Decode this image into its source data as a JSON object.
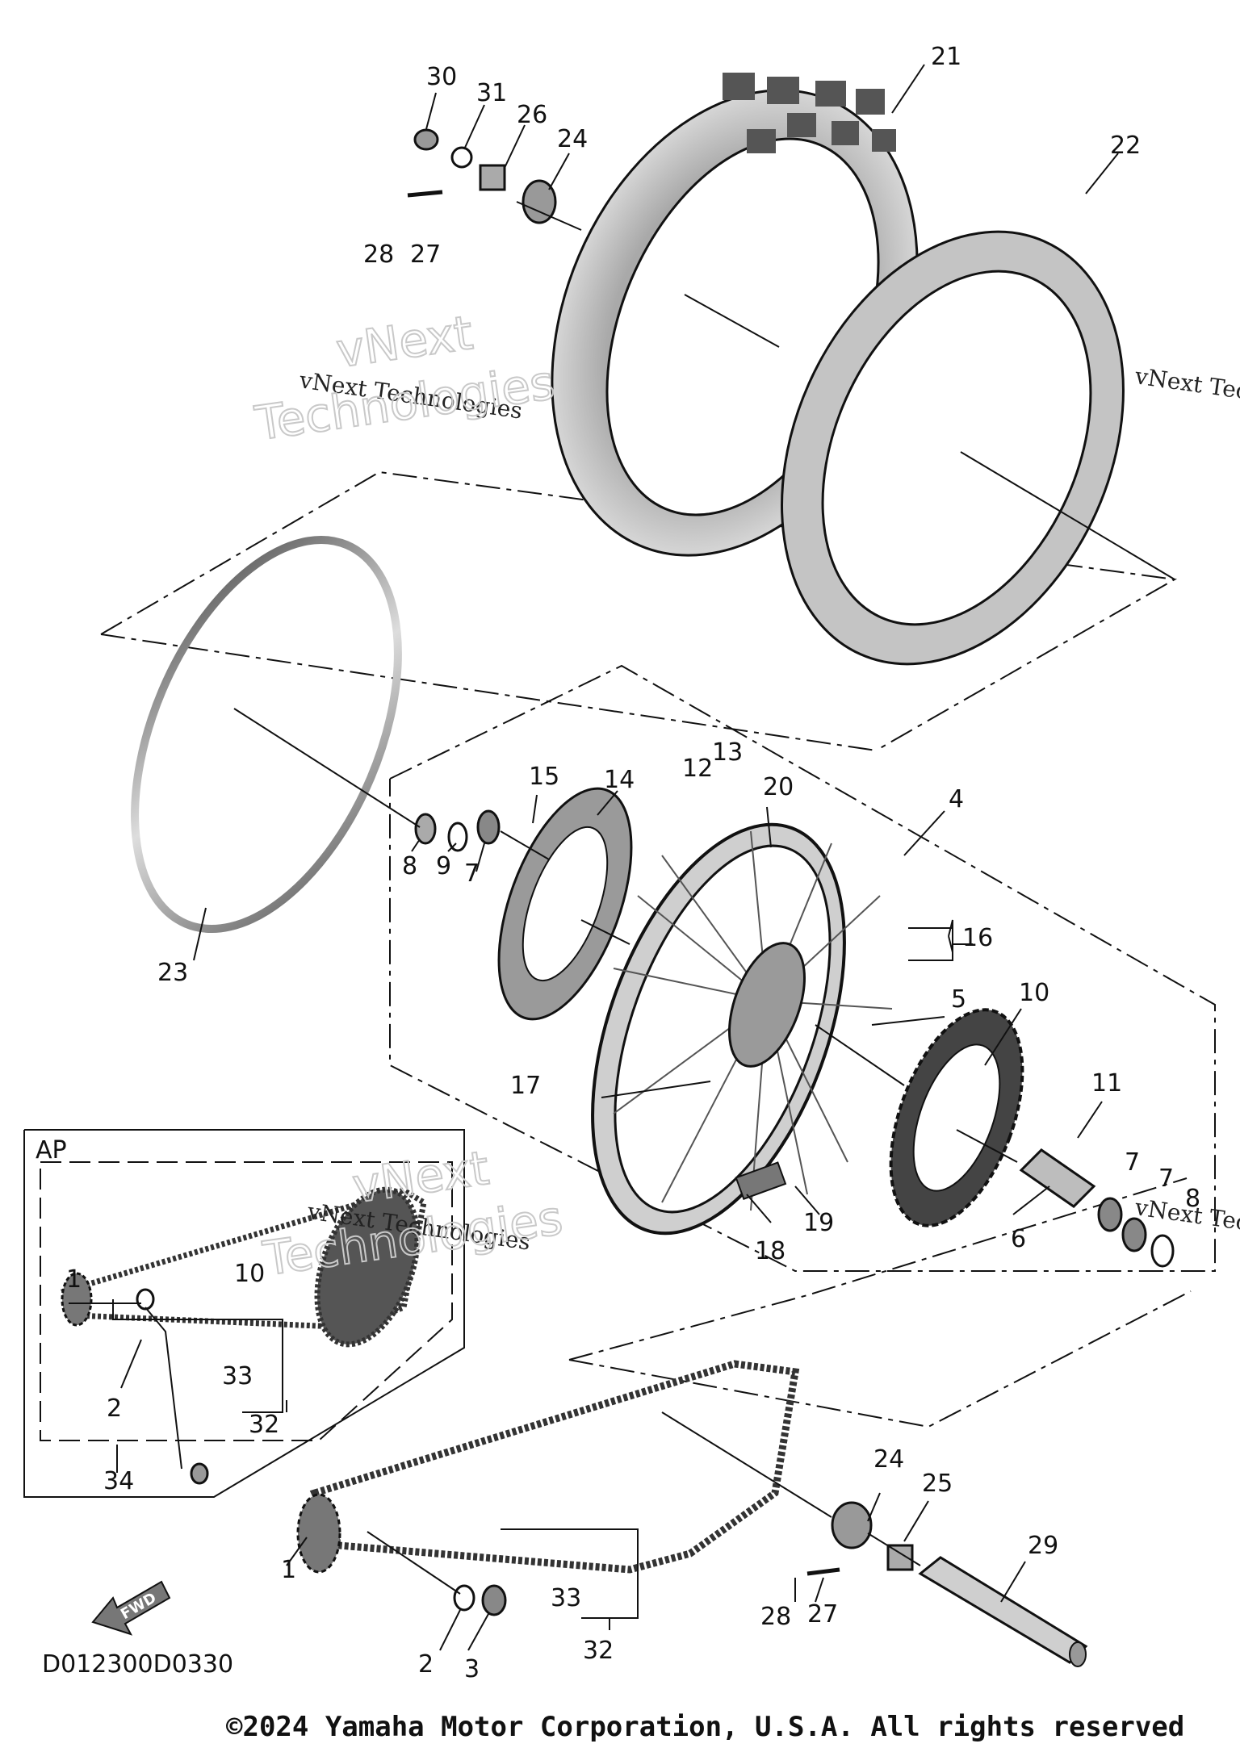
{
  "diagram": {
    "code": "D012300D0330",
    "copyright": "©2024 Yamaha Motor Corporation, U.S.A. All rights reserved",
    "ap_label": "AP",
    "fwd_label": "FWD",
    "watermark": {
      "line1": "vNext Technologies",
      "big1": "vNext",
      "big2": "Technologies"
    },
    "callouts": [
      "1",
      "1",
      "2",
      "2",
      "3",
      "4",
      "5",
      "6",
      "7",
      "7",
      "7",
      "8",
      "8",
      "9",
      "10",
      "10",
      "11",
      "12",
      "13",
      "14",
      "15",
      "16",
      "17",
      "18",
      "19",
      "20",
      "21",
      "22",
      "23",
      "24",
      "24",
      "25",
      "26",
      "27",
      "27",
      "28",
      "28",
      "29",
      "30",
      "31",
      "32",
      "32",
      "33",
      "33",
      "34"
    ]
  },
  "colors": {
    "ink": "#111111",
    "tire": "#bcbcbc",
    "tire_dark": "#8a8a8a"
  }
}
